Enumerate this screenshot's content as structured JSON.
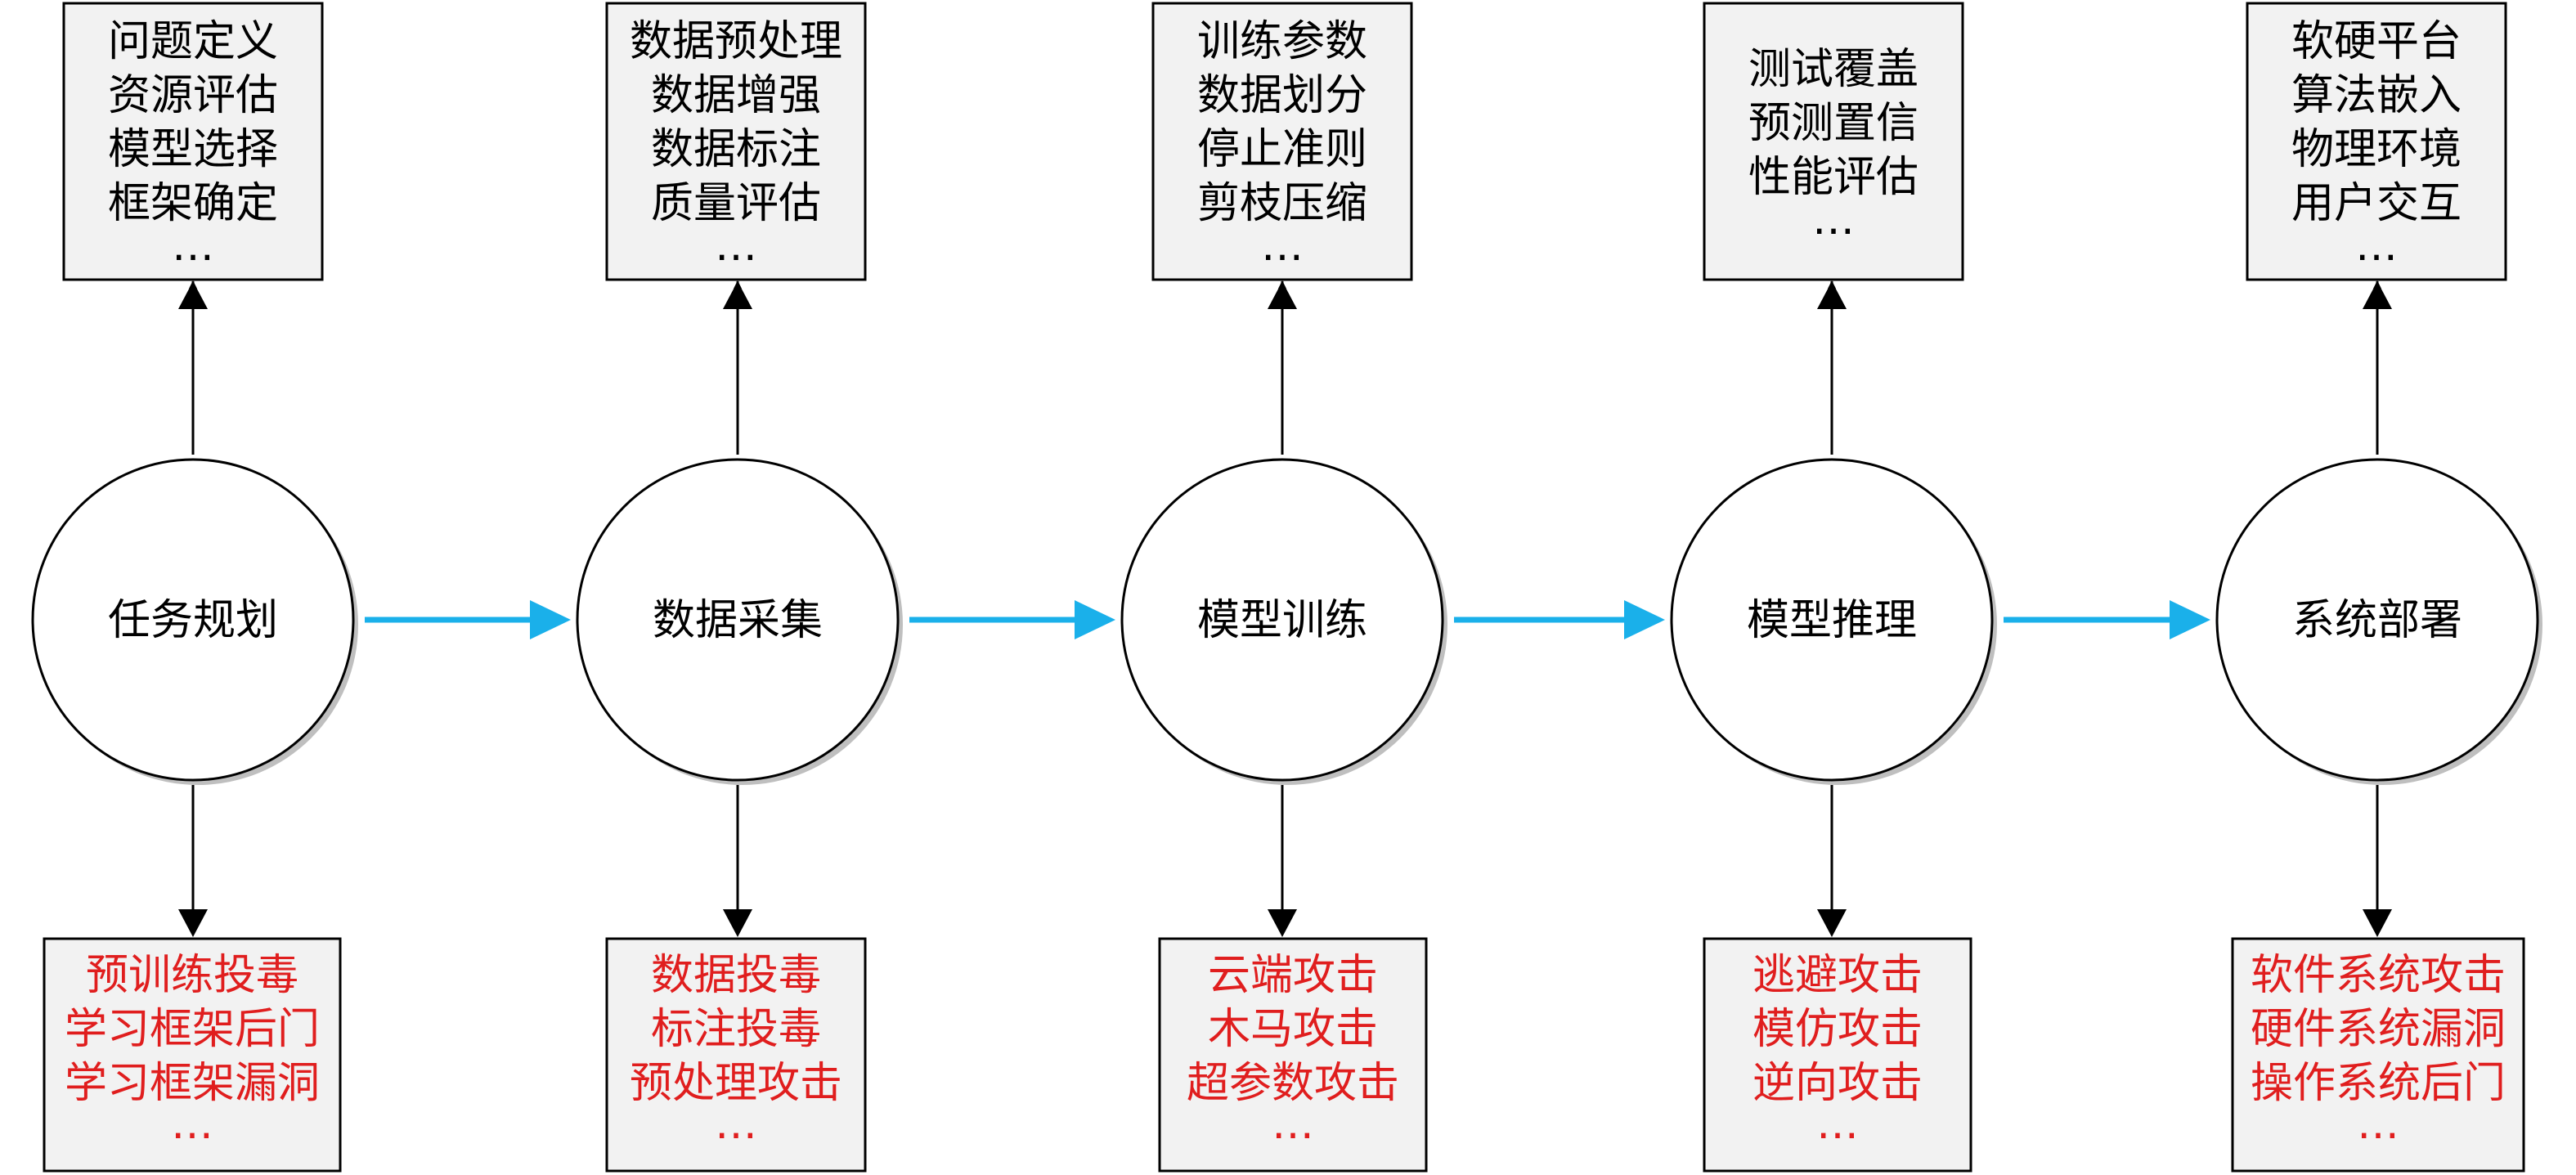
{
  "stages": [
    {
      "label": "任务规划",
      "top": [
        "问题定义",
        "资源评估",
        "模型选择",
        "框架确定",
        "…"
      ],
      "bottom": [
        "预训练投毒",
        "学习框架后门",
        "学习框架漏洞",
        "…"
      ]
    },
    {
      "label": "数据采集",
      "top": [
        "数据预处理",
        "数据增强",
        "数据标注",
        "质量评估",
        "…"
      ],
      "bottom": [
        "数据投毒",
        "标注投毒",
        "预处理攻击",
        "…"
      ]
    },
    {
      "label": "模型训练",
      "top": [
        "训练参数",
        "数据划分",
        "停止准则",
        "剪枝压缩",
        "…"
      ],
      "bottom": [
        "云端攻击",
        "木马攻击",
        "超参数攻击",
        "…"
      ]
    },
    {
      "label": "模型推理",
      "top": [
        "测试覆盖",
        "预测置信",
        "性能评估",
        "…"
      ],
      "bottom": [
        "逃避攻击",
        "模仿攻击",
        "逆向攻击",
        "…"
      ]
    },
    {
      "label": "系统部署",
      "top": [
        "软硬平台",
        "算法嵌入",
        "物理环境",
        "用户交互",
        "…"
      ],
      "bottom": [
        "软件系统攻击",
        "硬件系统漏洞",
        "操作系统后门",
        "…"
      ]
    }
  ],
  "colors": {
    "flow_arrow": "#1ab0ea",
    "attack_text": "#e01e1e",
    "box_fill": "#f2f2f2"
  }
}
